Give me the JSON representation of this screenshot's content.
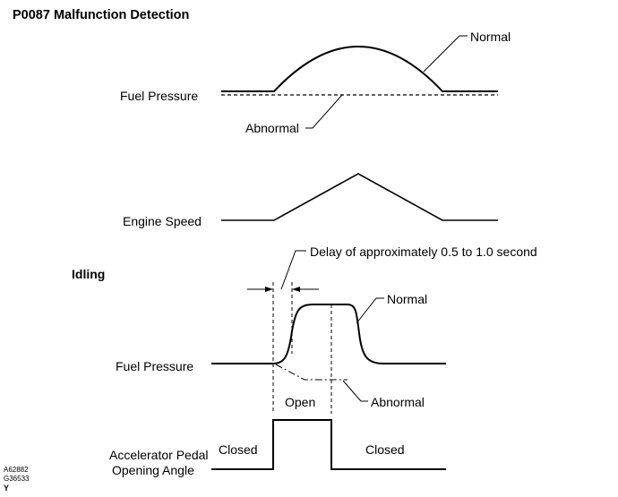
{
  "title": "P0087 Malfunction Detection",
  "upper_section": {
    "fuel_pressure_label": "Fuel Pressure",
    "normal_label": "Normal",
    "abnormal_label": "Abnormal",
    "engine_speed_label": "Engine Speed"
  },
  "idling_section": {
    "heading": "Idling",
    "delay_note": "Delay of approximately 0.5 to 1.0 second",
    "fuel_pressure_label": "Fuel Pressure",
    "normal_label": "Normal",
    "abnormal_label": "Abnormal",
    "open_label": "Open",
    "closed_left_label": "Closed",
    "closed_right_label": "Closed",
    "pedal_label_line1": "Accelerator Pedal",
    "pedal_label_line2": "Opening Angle"
  },
  "figure_codes": {
    "line1": "A62882",
    "line2": "G36533",
    "line3": "Y"
  }
}
